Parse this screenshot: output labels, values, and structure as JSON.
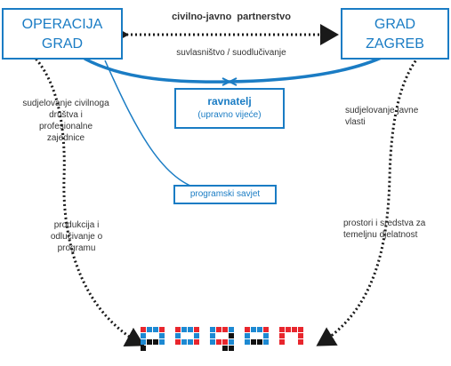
{
  "colors": {
    "blue": "#1a7cc4",
    "text": "#333333",
    "dots": "#1a1a1a",
    "logo_red": "#e8262d",
    "logo_blue": "#1d89d2",
    "logo_black": "#111111"
  },
  "nodes": {
    "left_line1": "OPERACIJA",
    "left_line2": "GRAD",
    "right_line1": "GRAD",
    "right_line2": "ZAGREB",
    "director_line1": "ravnatelj",
    "director_line2": "(upravno vijeće)",
    "council": "programski savjet"
  },
  "labels": {
    "partnership": "civilno-javno  partnerstvo",
    "coownership": "suvlasništvo / suodlučivanje",
    "left_role1": [
      "sudjelovanje civilnoga",
      "društva i",
      "profesionalne",
      "zajednice"
    ],
    "left_role2": [
      "produkcija i",
      "odlučivanje o",
      "programu"
    ],
    "right_role1": [
      "sudjelovanje javne",
      "vlasti"
    ],
    "right_role2": [
      "prostori i sredstva za",
      "temeljnu djelatnost"
    ]
  }
}
